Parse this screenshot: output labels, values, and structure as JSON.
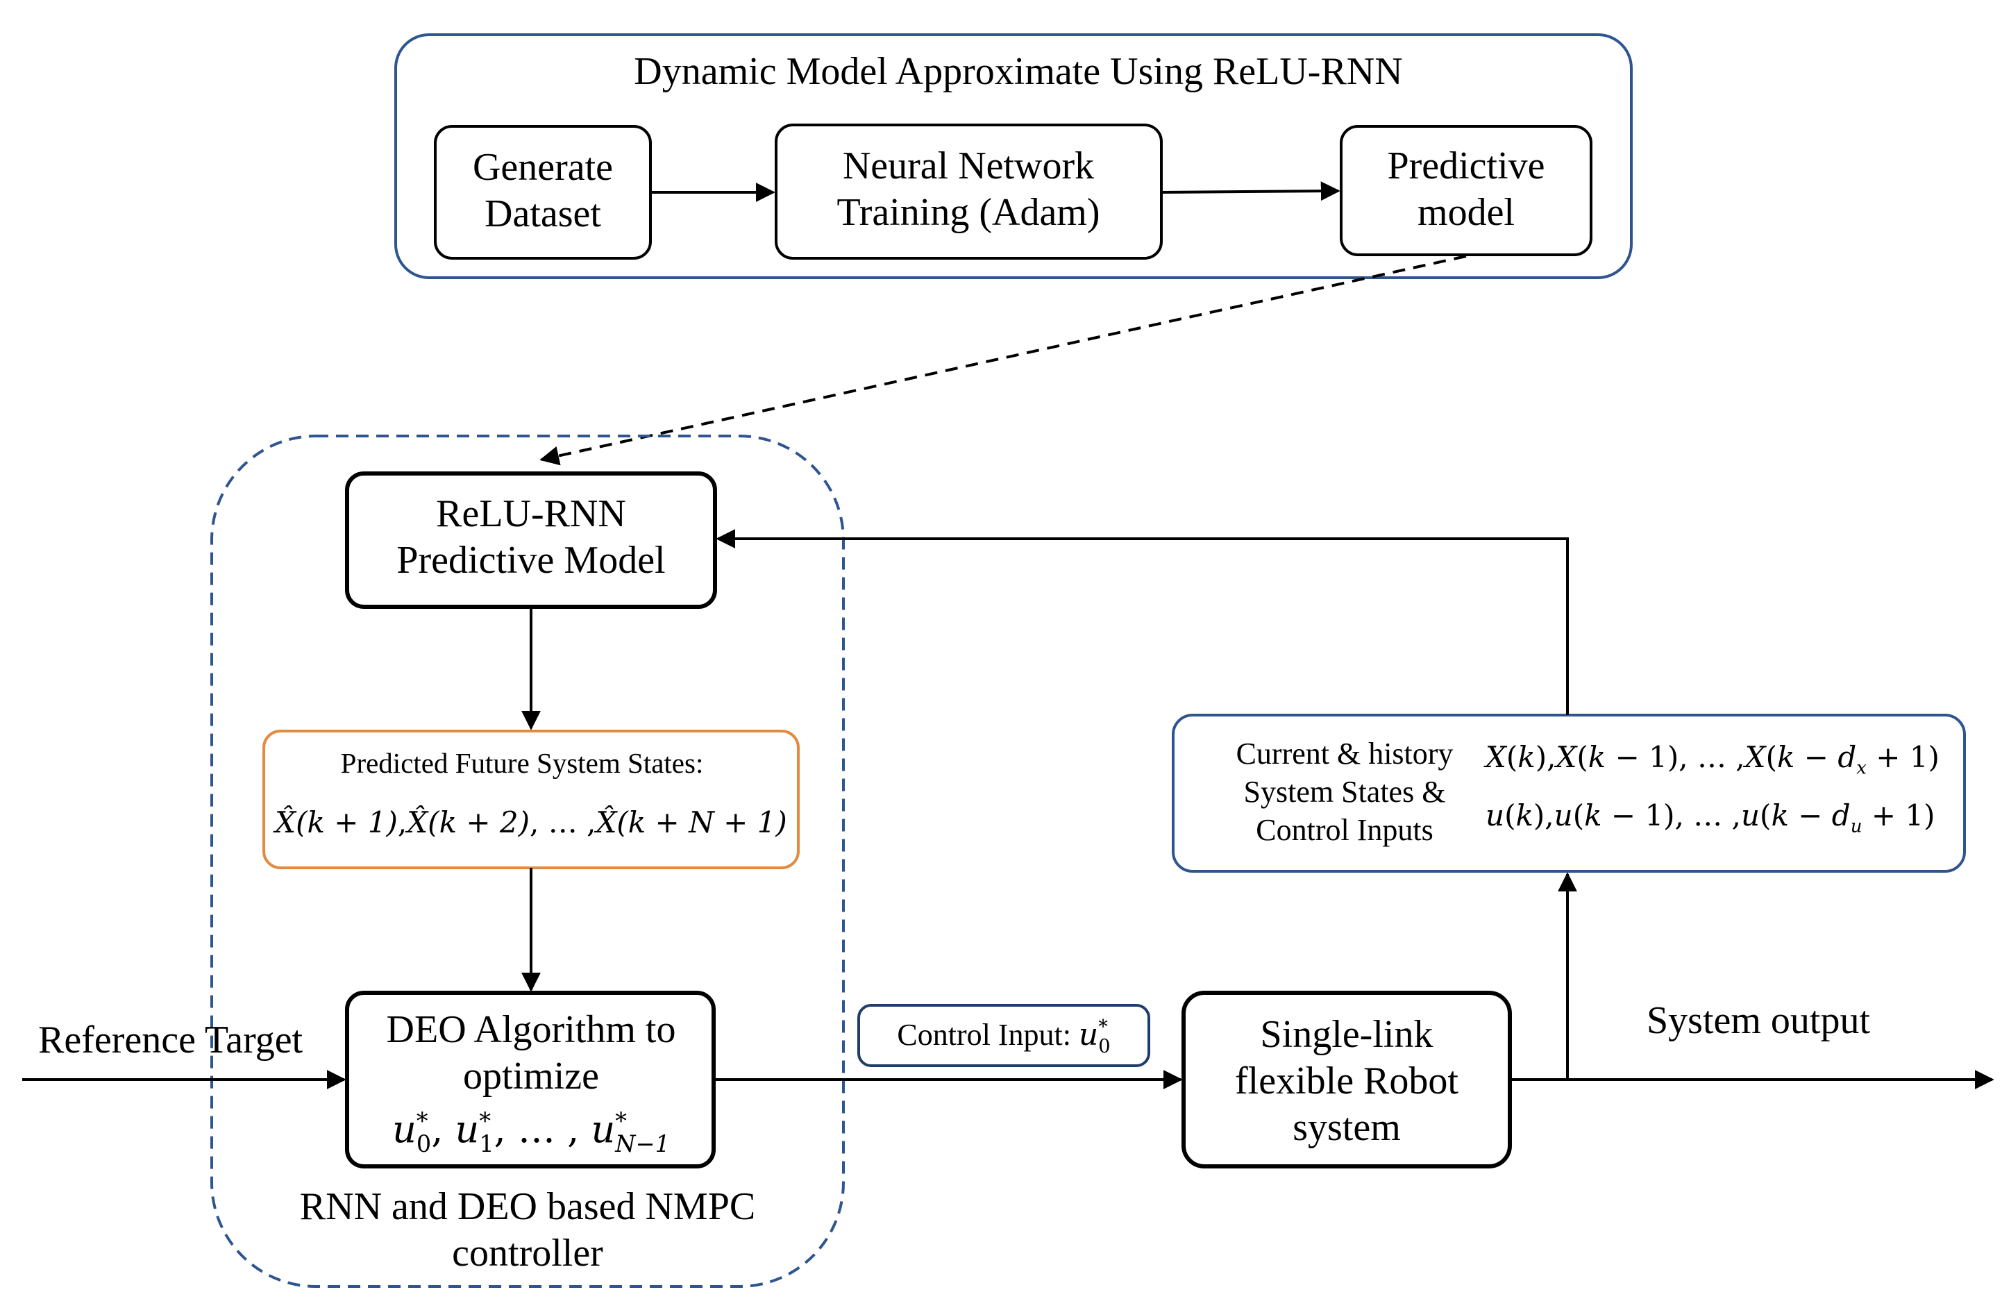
{
  "top_group": {
    "title": "Dynamic Model Approximate Using ReLU-RNN"
  },
  "generate_dataset": {
    "line1": "Generate",
    "line2": "Dataset"
  },
  "nn_training": {
    "line1": "Neural Network",
    "line2": "Training  (Adam)"
  },
  "predictive_model": {
    "line1": "Predictive",
    "line2": "model"
  },
  "relu_rnn": {
    "line1": "ReLU-RNN",
    "line2": "Predictive  Model"
  },
  "predicted_states": {
    "title": "Predicted Future System States:",
    "items": [
      "X̂(k + 1)",
      "X̂(k + 2)",
      "X̂(k + N + 1)"
    ]
  },
  "deo": {
    "line1": "DEO Algorithm to",
    "line2": "optimize",
    "last_sub": "N−1"
  },
  "controller_label": {
    "line1": "RNN and DEO based NMPC",
    "line2": "controller"
  },
  "reference_target": "Reference Target",
  "control_input": {
    "label": "Control Input: "
  },
  "robot": {
    "line1": "Single-link",
    "line2": "flexible Robot",
    "line3": "system"
  },
  "system_output": "System output",
  "history": {
    "line1": "Current & history",
    "line2": "System States &",
    "line3": "Control Inputs",
    "x_sub": "x",
    "u_sub": "u"
  },
  "colors": {
    "blue": "#2e5590",
    "dark_blue": "#1f3d6b",
    "orange": "#e38a3e",
    "black": "#000000"
  }
}
